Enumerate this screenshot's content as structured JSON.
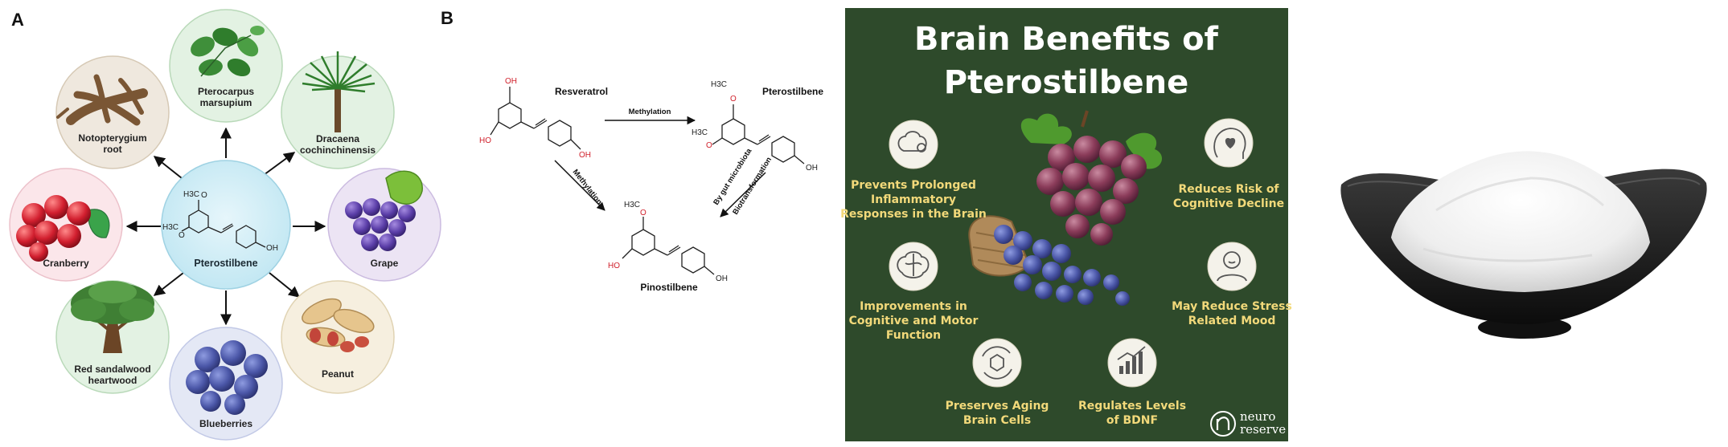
{
  "panel_a": {
    "letter": "A",
    "hub": {
      "label": "Pterostilbene",
      "groups": [
        "H3C",
        "O",
        "H3C",
        "O",
        "OH"
      ]
    },
    "sources": [
      {
        "id": "pterocarpus",
        "lines": [
          "Pterocarpus",
          "marsupium"
        ],
        "color": "#e3f2e3"
      },
      {
        "id": "dracaena",
        "lines": [
          "Dracaena",
          "cochinchinensis"
        ],
        "color": "#e3f2e3"
      },
      {
        "id": "grape",
        "lines": [
          "Grape"
        ],
        "color": "#ece4f4"
      },
      {
        "id": "peanut",
        "lines": [
          "Peanut"
        ],
        "color": "#f6efdf"
      },
      {
        "id": "blueberries",
        "lines": [
          "Blueberries"
        ],
        "color": "#e4e8f5"
      },
      {
        "id": "red-sandalwood",
        "lines": [
          "Red sandalwood",
          "heartwood"
        ],
        "color": "#e3f2e3"
      },
      {
        "id": "cranberry",
        "lines": [
          "Cranberry"
        ],
        "color": "#fbe6ea"
      },
      {
        "id": "notopterygium",
        "lines": [
          "Notopterygium",
          "root"
        ],
        "color": "#efe8de"
      }
    ]
  },
  "panel_b": {
    "letter": "B",
    "compounds": {
      "resveratrol": "Resveratrol",
      "pterostilbene": "Pterostilbene",
      "pinostilbene": "Pinostilbene"
    },
    "arrows": {
      "methylation_top": "Methylation",
      "methylation_diag": "Methylation",
      "gut": "By gut microbiota",
      "biotrans": "Biotransformation"
    },
    "groups": {
      "oh": "OH",
      "ho": "HO",
      "h3c": "H3C",
      "o": "O"
    }
  },
  "infographic": {
    "bg_color": "#2e4a2b",
    "title_lines": [
      "Brain Benefits of",
      "Pterostilbene"
    ],
    "benefits": [
      {
        "id": "prevents-inflammatory",
        "icon": "brain-gear-icon",
        "lines": [
          "Prevents Prolonged",
          "Inflammatory",
          "Responses in the Brain"
        ]
      },
      {
        "id": "reduces-cognitive-decline",
        "icon": "head-heart-icon",
        "lines": [
          "Reduces Risk of",
          "Cognitive Decline"
        ]
      },
      {
        "id": "improvements-cognitive-motor",
        "icon": "brain-icon",
        "lines": [
          "Improvements in",
          "Cognitive and Motor",
          "Function"
        ]
      },
      {
        "id": "reduce-stress",
        "icon": "calm-person-icon",
        "lines": [
          "May Reduce Stress",
          "Related Mood"
        ]
      },
      {
        "id": "preserves-aging-cells",
        "icon": "cell-cycle-icon",
        "lines": [
          "Preserves Aging",
          "Brain Cells"
        ]
      },
      {
        "id": "regulates-bdnf",
        "icon": "bar-chart-icon",
        "lines": [
          "Regulates Levels",
          "of BDNF"
        ]
      }
    ],
    "logo_lines": [
      "neuro",
      "reserve"
    ]
  },
  "powder_photo": {
    "subject": "white powder in a black bowl"
  }
}
